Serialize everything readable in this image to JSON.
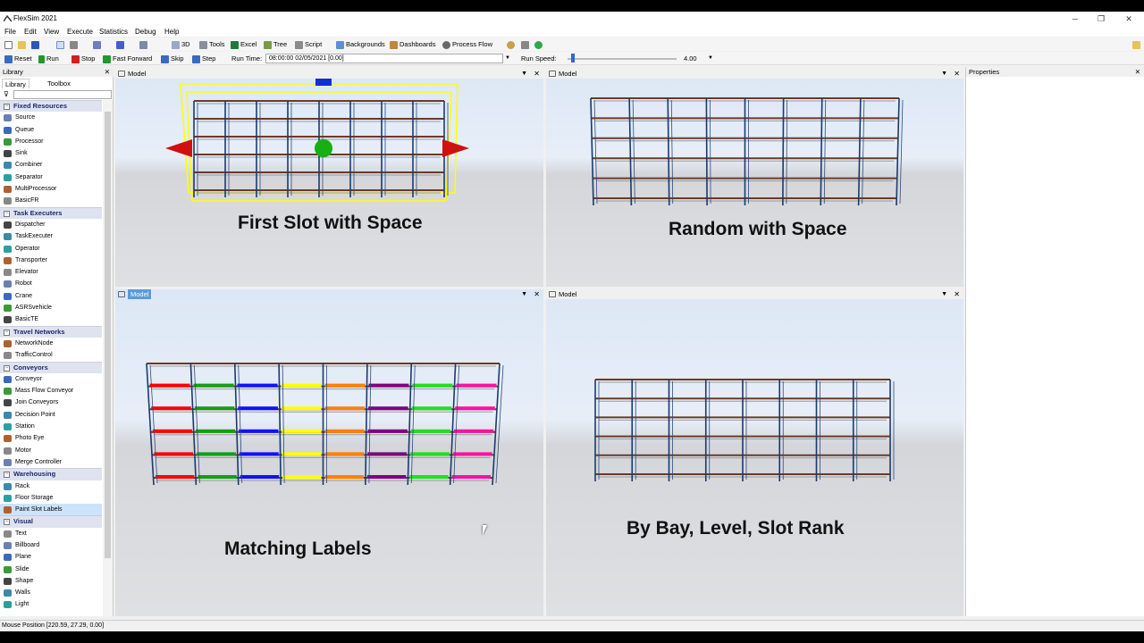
{
  "window": {
    "title": "FlexSim 2021",
    "min": "─",
    "max": "❐",
    "close": "✕"
  },
  "menu": [
    "File",
    "Edit",
    "View",
    "Execute",
    "Statistics",
    "Debug",
    "Help"
  ],
  "toolbar": {
    "btn_3d": "3D",
    "tools": "Tools",
    "excel": "Excel",
    "tree": "Tree",
    "script": "Script",
    "backgrounds": "Backgrounds",
    "dashboards": "Dashboards",
    "process_flow": "Process Flow"
  },
  "run": {
    "reset": "Reset",
    "run": "Run",
    "stop": "Stop",
    "fast_forward": "Fast Forward",
    "skip": "Skip",
    "step": "Step",
    "run_time_label": "Run Time:",
    "run_time_value": "08:00:00  02/05/2021  [0.00]",
    "run_speed_label": "Run Speed:",
    "run_speed_value": "4.00",
    "run_speed_fraction": 0.03
  },
  "library": {
    "title": "Library",
    "tabs": [
      "Library",
      "Toolbox"
    ],
    "groups": [
      {
        "name": "Fixed Resources",
        "items": [
          "Source",
          "Queue",
          "Processor",
          "Sink",
          "Combiner",
          "Separator",
          "MultiProcessor",
          "BasicFR"
        ]
      },
      {
        "name": "Task Executers",
        "items": [
          "Dispatcher",
          "TaskExecuter",
          "Operator",
          "Transporter",
          "Elevator",
          "Robot",
          "Crane",
          "ASRSvehicle",
          "BasicTE"
        ]
      },
      {
        "name": "Travel Networks",
        "items": [
          "NetworkNode",
          "TrafficControl"
        ]
      },
      {
        "name": "Conveyors",
        "items": [
          "Conveyor",
          "Mass Flow Conveyor",
          "Join Conveyors",
          "Decision Point",
          "Station",
          "Photo Eye",
          "Motor",
          "Merge Controller"
        ]
      },
      {
        "name": "Warehousing",
        "items": [
          "Rack",
          "Floor Storage",
          "Paint Slot Labels"
        ]
      },
      {
        "name": "Visual",
        "items": [
          "Text",
          "Billboard",
          "Plane",
          "Slide",
          "Shape",
          "Walls",
          "Light"
        ]
      }
    ]
  },
  "panes": [
    {
      "title": "Model",
      "caption": "First Slot with Space"
    },
    {
      "title": "Model",
      "caption": "Random with Space"
    },
    {
      "title": "Model",
      "caption": "Matching Labels"
    },
    {
      "title": "Model",
      "caption": "By Bay, Level, Slot Rank"
    }
  ],
  "properties": {
    "title": "Properties"
  },
  "status": "Mouse Position [220.59, 27.29, 0.00]",
  "colors": {
    "label_colors": [
      "#ff0000",
      "#12a012",
      "#1010ff",
      "#ffff00",
      "#ff8000",
      "#800080",
      "#20e020",
      "#ff10a0"
    ]
  }
}
